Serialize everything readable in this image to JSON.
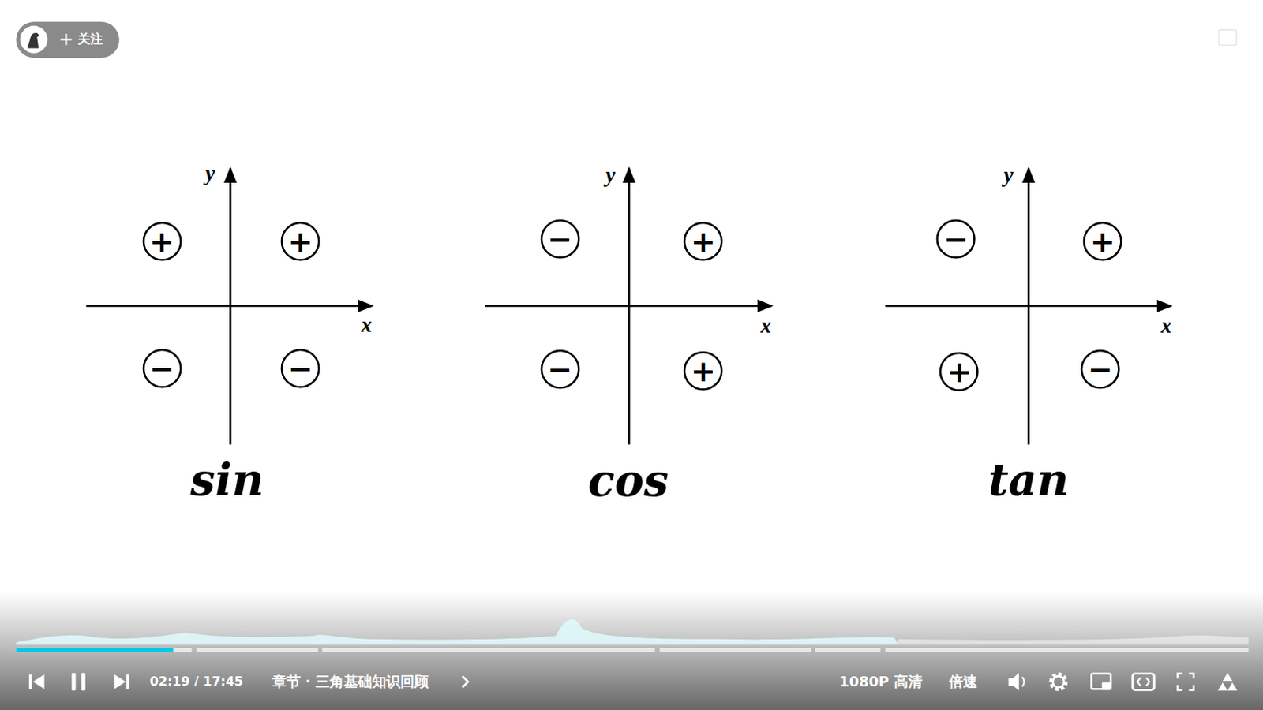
{
  "diagram": {
    "nodes": [
      {
        "text": [
          "+"
        ]
      },
      {
        "text": [
          "+"
        ]
      },
      {
        "text": [
          "−"
        ]
      },
      {
        "text": [
          "−"
        ]
      },
      {
        "text": [
          "−"
        ]
      },
      {
        "text": [
          "+"
        ]
      },
      {
        "text": [
          "−"
        ]
      },
      {
        "text": [
          "+"
        ]
      },
      {
        "text": [
          "−"
        ]
      },
      {
        "text": [
          "+"
        ]
      },
      {
        "text": [
          "+"
        ]
      },
      {
        "text": [
          "−"
        ]
      }
    ],
    "labels": [
      "关注",
      "y",
      "x",
      "sin",
      "y",
      "x",
      "cos",
      "y",
      "x",
      "tan",
      "02:19 / 17:45",
      "章节 · 三角基础知识回顾",
      "1080P 高清",
      "倍速"
    ]
  }
}
